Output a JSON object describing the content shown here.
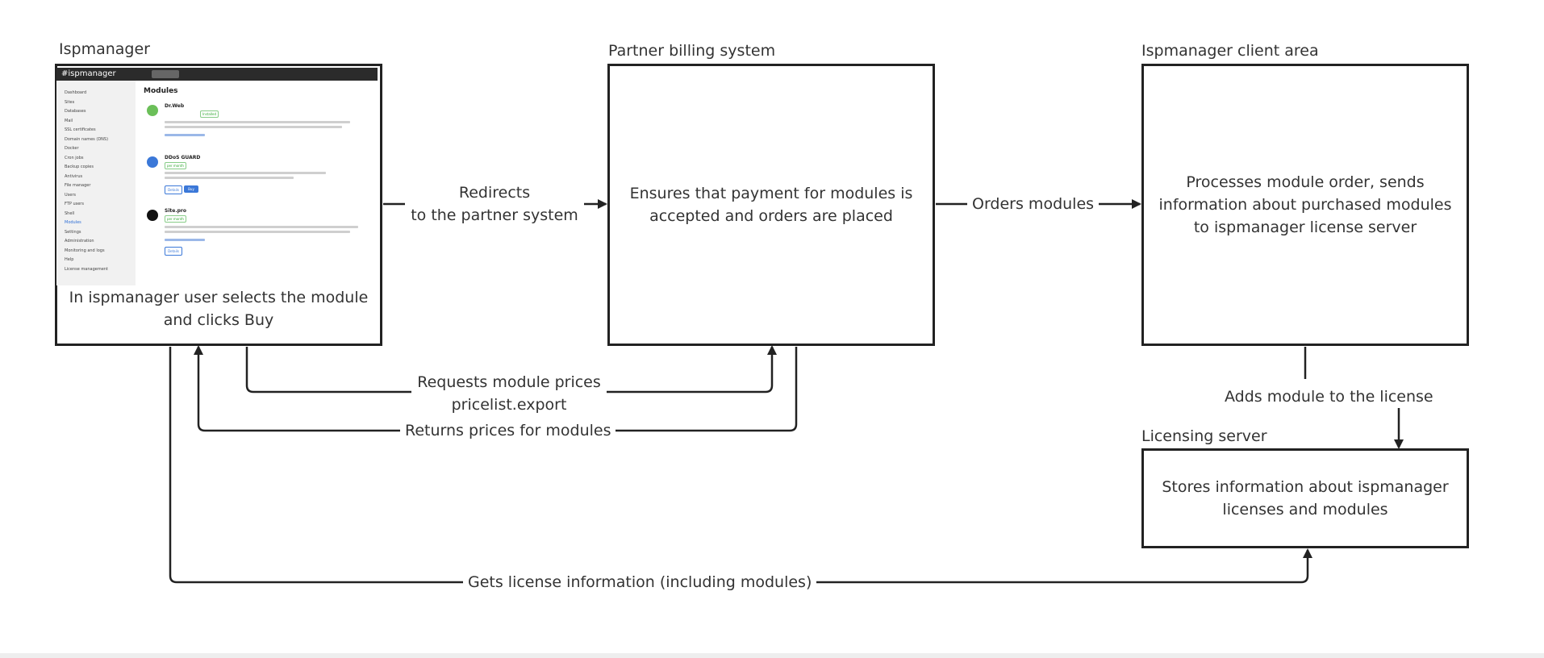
{
  "groups": {
    "ispmanager": "Ispmanager",
    "billing": "Partner billing system",
    "client_area": "Ispmanager client area",
    "licensing": "Licensing server"
  },
  "boxes": {
    "ispmanager_text": "In ispmanager user selects the module\nand clicks Buy",
    "billing_text": "Ensures that payment for modules is\naccepted and orders are placed",
    "client_area_text": "Processes module order, sends\ninformation about purchased modules\nto ispmanager license server",
    "licensing_text": "Stores information about ispmanager\nlicenses and modules"
  },
  "edges": {
    "redirects": "Redirects\nto the partner system",
    "orders": "Orders modules",
    "requests_prices": "Requests module prices\npricelist.export",
    "returns_prices": "Returns prices for modules",
    "adds_module": "Adds module to the license",
    "gets_license": "Gets license information (including modules)"
  },
  "screenshot": {
    "logo": "#ispmanager",
    "title": "Modules",
    "sidebar": [
      "Dashboard",
      "Sites",
      "Databases",
      "Mail",
      "SSL certificates",
      "Domain names (DNS)",
      "Docker",
      "Cron jobs",
      "Backup copies",
      "Antivirus",
      "File manager",
      "Users",
      "FTP users",
      "Shell",
      "Modules",
      "Settings",
      "Administration",
      "Monitoring and logs",
      "Help",
      "License management"
    ],
    "modules": [
      {
        "name": "Dr.Web",
        "badge": "Installed"
      },
      {
        "name": "DDoS GUARD",
        "badge": "per month",
        "buy": "Buy",
        "details": "Details"
      },
      {
        "name": "Site.pro",
        "badge": "per month",
        "details": "Details"
      }
    ]
  }
}
